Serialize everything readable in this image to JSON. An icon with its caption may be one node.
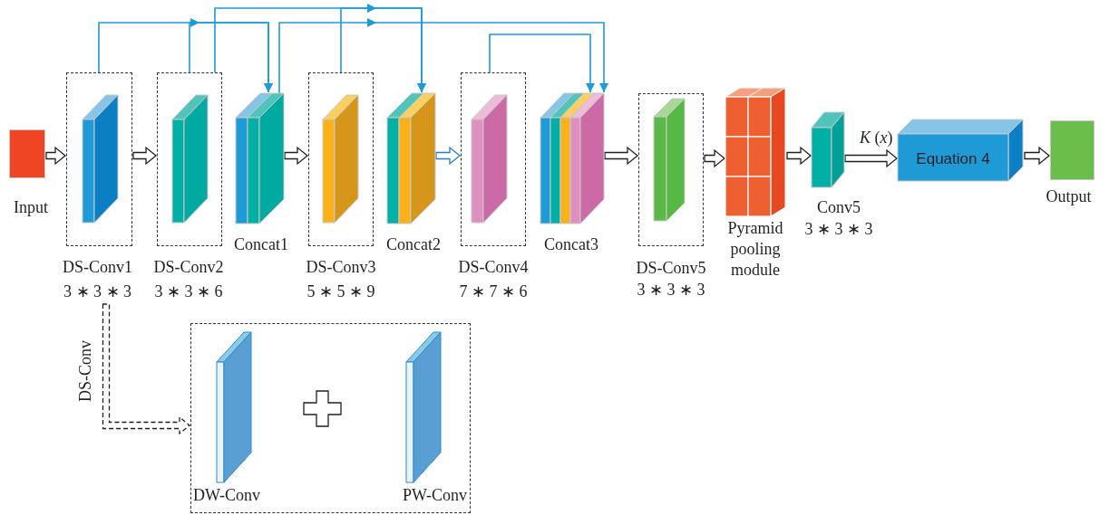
{
  "diagram": {
    "nodes": [
      {
        "text": [
          "Input"
        ]
      },
      {
        "text": [
          "DS-Conv1",
          "3 ∗ 3 ∗ 3"
        ]
      },
      {
        "text": [
          "DS-Conv2",
          "3 ∗ 3 ∗ 6"
        ]
      },
      {
        "text": [
          "Concat1"
        ]
      },
      {
        "text": [
          "DS-Conv3",
          "5 ∗ 5 ∗ 9"
        ]
      },
      {
        "text": [
          "Concat2"
        ]
      },
      {
        "text": [
          "DS-Conv4",
          "7 ∗ 7 ∗ 6"
        ]
      },
      {
        "text": [
          "Concat3"
        ]
      },
      {
        "text": [
          "DS-Conv5",
          "3 ∗ 3 ∗ 3"
        ]
      },
      {
        "text": [
          "Pyramid pooling module"
        ]
      },
      {
        "text": [
          "Conv5",
          "3 ∗ 3 ∗ 3"
        ]
      },
      {
        "text": [
          "Equation 4"
        ]
      },
      {
        "text": [
          "Output"
        ]
      },
      {
        "text": [],
        "shape": "box"
      },
      {
        "text": [
          "DW-Conv"
        ],
        "in": 13
      },
      {
        "text": [
          "PW-Conv"
        ],
        "in": 13
      }
    ],
    "edges": [
      {
        "from": 0,
        "to": 1,
        "arrow": "to"
      },
      {
        "from": 1,
        "to": 2,
        "arrow": "to"
      },
      {
        "from": 3,
        "to": 4,
        "arrow": "to"
      },
      {
        "from": 5,
        "to": 6,
        "arrow": "to",
        "color": "#2a7db8"
      },
      {
        "from": 7,
        "to": 8,
        "arrow": "to"
      },
      {
        "from": 8,
        "to": 9,
        "arrow": "to"
      },
      {
        "from": 9,
        "to": 10,
        "arrow": "to"
      },
      {
        "from": 10,
        "to": 11,
        "arrow": "to",
        "label": "*K* (*x*)"
      },
      {
        "from": 11,
        "to": 12,
        "arrow": "to"
      },
      {
        "from": 1,
        "to": 3,
        "arrow": "to",
        "color": "#1e9ad6"
      },
      {
        "from": 2,
        "to": 3,
        "arrow": "to",
        "color": "#1e9ad6"
      },
      {
        "from": 2,
        "to": 5,
        "arrow": "to",
        "color": "#1e9ad6"
      },
      {
        "from": 4,
        "to": 5,
        "arrow": "to",
        "color": "#1e9ad6"
      },
      {
        "from": 3,
        "to": 7,
        "arrow": "to",
        "color": "#1e9ad6"
      },
      {
        "from": 6,
        "to": 7,
        "arrow": "to",
        "color": "#1e9ad6"
      },
      {
        "from": 1,
        "to": 13,
        "arrow": "to",
        "style": "dashed",
        "label": "DS-Conv"
      }
    ]
  }
}
